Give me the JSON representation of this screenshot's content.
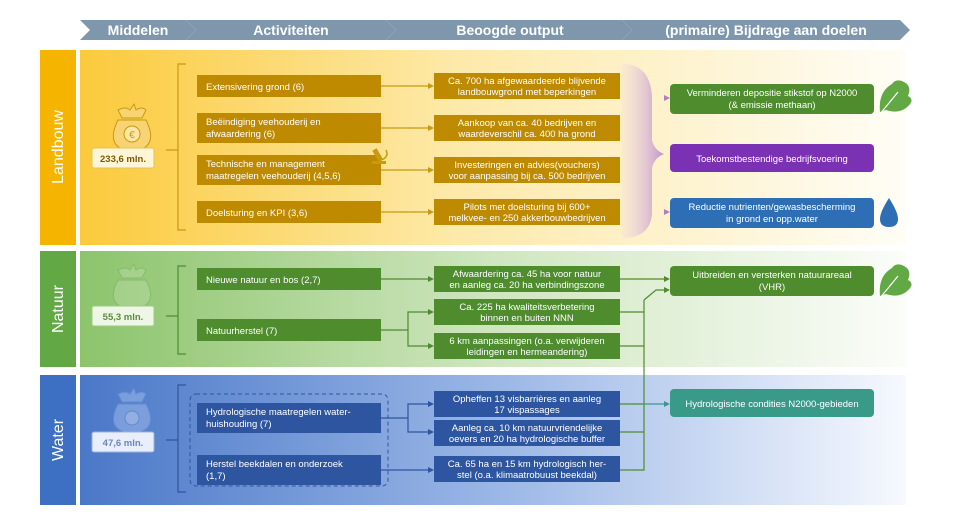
{
  "header": {
    "columns": [
      "Middelen",
      "Activiteiten",
      "Beoogde output",
      "(primaire) Bijdrage aan doelen"
    ]
  },
  "colors": {
    "header_bg": "#7f97ad",
    "landbouw_accent": "#f5b400",
    "landbouw_box": "#bd8a00",
    "natuur_accent": "#62a844",
    "natuur_box": "#4e8c2e",
    "water_accent": "#3d6fc2",
    "water_box": "#2e56a0",
    "goal_green": "#4e8c2e",
    "goal_purple": "#7a31b3",
    "goal_blue": "#2d6eb5",
    "goal_teal": "#3a9a8a",
    "leaf": "#62a844",
    "drop": "#2d6eb5"
  },
  "sections": {
    "landbouw": {
      "label": "Landbouw",
      "budget": "233,6 mln.",
      "activities": [
        "Extensivering grond (6)",
        "Beëindiging veehouderij en afwaardering (6)",
        "Technische en management maatregelen veehouderij (4,5,6)",
        "Doelsturing en KPI (3,6)"
      ],
      "outputs": [
        "Ca. 700 ha afgewaardeerde blijvende landbouwgrond met beperkingen",
        "Aankoop van ca. 40 bedrijven en waardeverschil ca. 400 ha grond",
        "Investeringen en advies(vouchers) voor aanpassing bij ca. 500 bedrijven",
        "Pilots met doelsturing bij 600+ melkvee- en 250 akkerbouwbedrijven"
      ]
    },
    "natuur": {
      "label": "Natuur",
      "budget": "55,3 mln.",
      "activities": [
        "Nieuwe natuur en bos (2,7)",
        "Natuurherstel (7)"
      ],
      "outputs": [
        "Afwaardering ca. 45 ha voor natuur en aanleg ca. 20 ha verbindingszone",
        "Ca. 225 ha kwaliteitsverbetering binnen en buiten NNN",
        "6 km aanpassingen (o.a. verwijderen leidingen en hermeandering)"
      ]
    },
    "water": {
      "label": "Water",
      "budget": "47,6 mln.",
      "activities": [
        "Hydrologische maatregelen water-huishouding (7)",
        "Herstel beekdalen en onderzoek (1,7)"
      ],
      "outputs": [
        "Opheffen 13 visbarrières en aanleg 17 vispassages",
        "Aanleg ca. 10 km natuurvriendelijke oevers en 20 ha hydrologische buffer",
        "Ca. 65 ha en 15 km hydrologisch her-stel (o.a. klimaatrobuust beekdal)"
      ]
    }
  },
  "goals": [
    "Verminderen depositie stikstof op N2000 (& emissie methaan)",
    "Toekomstbestendige bedrijfsvoering",
    "Reductie nutrienten/gewasbescherming in grond en opp.water",
    "Uitbreiden en versterken natuurareaal (VHR)",
    "Hydrologische condities N2000-gebieden"
  ],
  "icons": {
    "budget": "money-bag-icon",
    "research": "microscope-icon",
    "nature": "leaf-icon",
    "water": "water-drop-icon"
  }
}
